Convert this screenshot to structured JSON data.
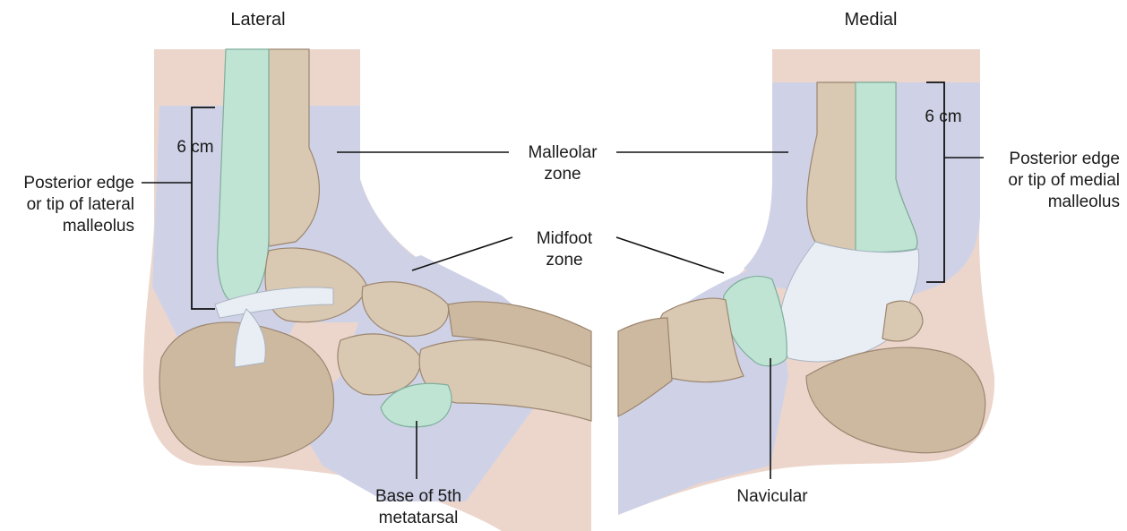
{
  "views": {
    "lateral": {
      "title": "Lateral"
    },
    "medial": {
      "title": "Medial"
    }
  },
  "labels": {
    "six_cm_left": "6 cm",
    "six_cm_right": "6 cm",
    "posterior_lateral": [
      "Posterior edge",
      "or tip of lateral",
      "malleolus"
    ],
    "posterior_medial": [
      "Posterior edge",
      "or tip of medial",
      "malleolus"
    ],
    "malleolar_zone": [
      "Malleolar",
      "zone"
    ],
    "midfoot_zone": [
      "Midfoot",
      "zone"
    ],
    "base_5th_metatarsal": [
      "Base of 5th",
      "metatarsal"
    ],
    "navicular": "Navicular"
  },
  "colors": {
    "skin": "#ecd6cc",
    "zone": "#cfd2e6",
    "bone": "#d9c8b2",
    "bone_shade": "#b9a58e",
    "highlight": "#bfe4d4",
    "ligament": "#e9eef4"
  }
}
